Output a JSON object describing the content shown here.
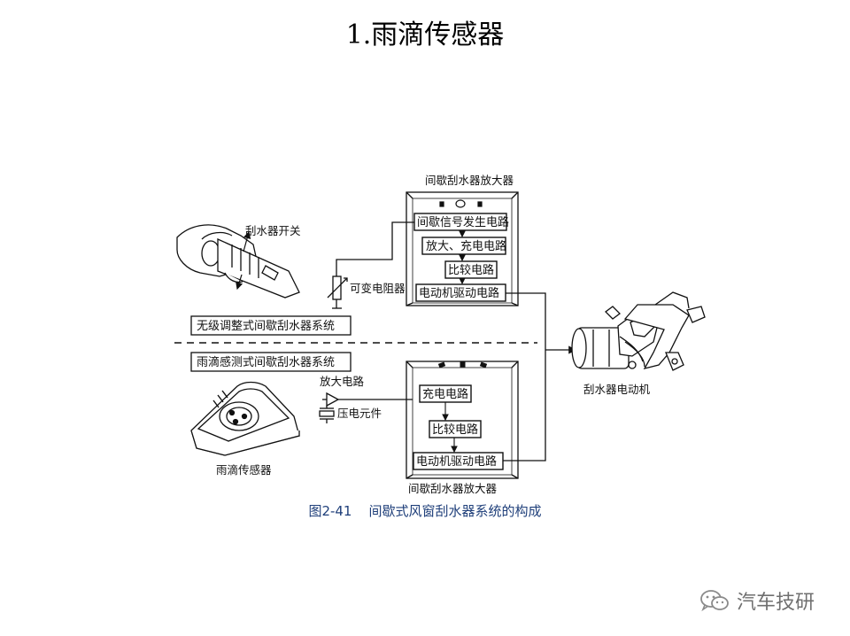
{
  "title": "1.雨滴传感器",
  "diagram": {
    "top_amplifier_label": "间歇刮水器放大器",
    "top_amplifier_boxes": [
      "间歇信号发生电路",
      "放大、充电电路",
      "比较电路",
      "电动机驱动电路"
    ],
    "wiper_switch_label": "刮水器开关",
    "variable_resistor_label": "可变电阻器",
    "stepless_system_label": "无级调整式间歇刮水器系统",
    "rain_system_label": "雨滴感测式间歇刮水器系统",
    "amplify_circuit_label": "放大电路",
    "piezo_label": "压电元件",
    "rain_sensor_label": "雨滴传感器",
    "bottom_amplifier_boxes": [
      "充电电路",
      "比较电路",
      "电动机驱动电路"
    ],
    "bottom_amplifier_label": "间歇刮水器放大器",
    "wiper_motor_label": "刮水器电动机"
  },
  "caption": "图2-41    间歇式风窗刮水器系统的构成",
  "watermark": {
    "icon": "wechat-icon",
    "text": "汽车技研"
  }
}
